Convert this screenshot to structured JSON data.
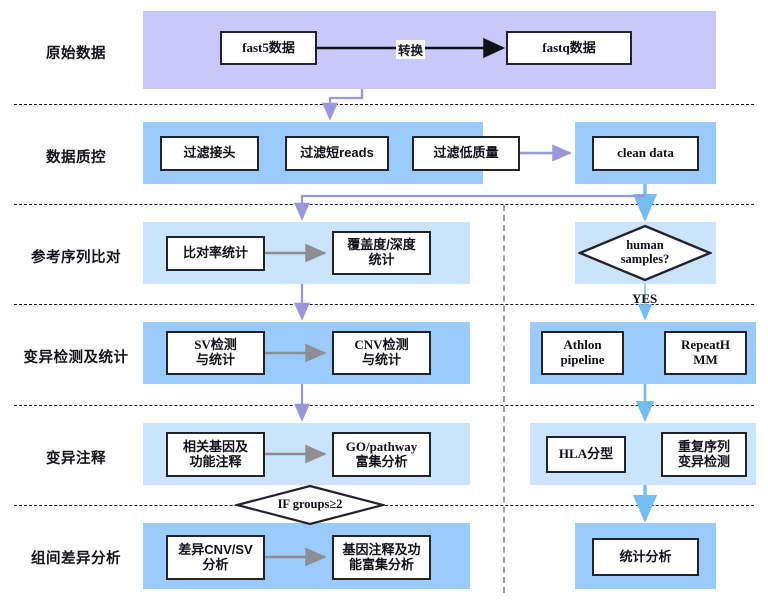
{
  "diagram": {
    "title": "Nanopore sequencing bioinformatics analysis workflow",
    "colors": {
      "band_raw": "#c9c8fb",
      "band_blue_strong": "#9acbfb",
      "band_blue_light": "#cbe3fb",
      "arrow_purple": "#9a97d8",
      "arrow_blue": "#75bdf0",
      "arrow_gray": "#8d8d96",
      "arrow_black": "#111118",
      "separator_dark": "#111118",
      "separator_gray": "#9d9da3",
      "node_border": "#23232e"
    },
    "stages": [
      {
        "label": "原始数据"
      },
      {
        "label": "数据质控"
      },
      {
        "label": "参考序列比对"
      },
      {
        "label": "变异检测及统计"
      },
      {
        "label": "变异注释"
      },
      {
        "label": "组间差异分析"
      }
    ],
    "nodes": {
      "fast5": "fast5数据",
      "fastq": "fastq数据",
      "filter_adapter": "过滤接头",
      "filter_short": "过滤短reads",
      "filter_lowq": "过滤低质量",
      "clean_data": "clean data",
      "align_rate": "比对率统计",
      "coverage_depth_l1": "覆盖度/深度",
      "coverage_depth_l2": "统计",
      "sv_call_l1": "SV检测",
      "sv_call_l2": "与统计",
      "cnv_call_l1": "CNV检测",
      "cnv_call_l2": "与统计",
      "gene_annot_l1": "相关基因及",
      "gene_annot_l2": "功能注释",
      "go_pathway_l1": "GO/pathway",
      "go_pathway_l2": "富集分析",
      "diff_cnvsv_l1": "差异CNV/SV",
      "diff_cnvsv_l2": "分析",
      "diff_annot_l1": "基因注释及功",
      "diff_annot_l2": "能富集分析",
      "athlon_l1": "Athlon",
      "athlon_l2": "pipeline",
      "repeathmm_l1": "RepeatH",
      "repeathmm_l2": "MM",
      "hla_typing": "HLA分型",
      "repeat_var_l1": "重复序列",
      "repeat_var_l2": "变异检测",
      "stat_analysis": "统计分析"
    },
    "decisions": {
      "human_samples_l1": "human",
      "human_samples_l2": "samples?",
      "if_groups": "IF groups≥2"
    },
    "edge_labels": {
      "convert": "转换",
      "yes": "YES"
    }
  }
}
